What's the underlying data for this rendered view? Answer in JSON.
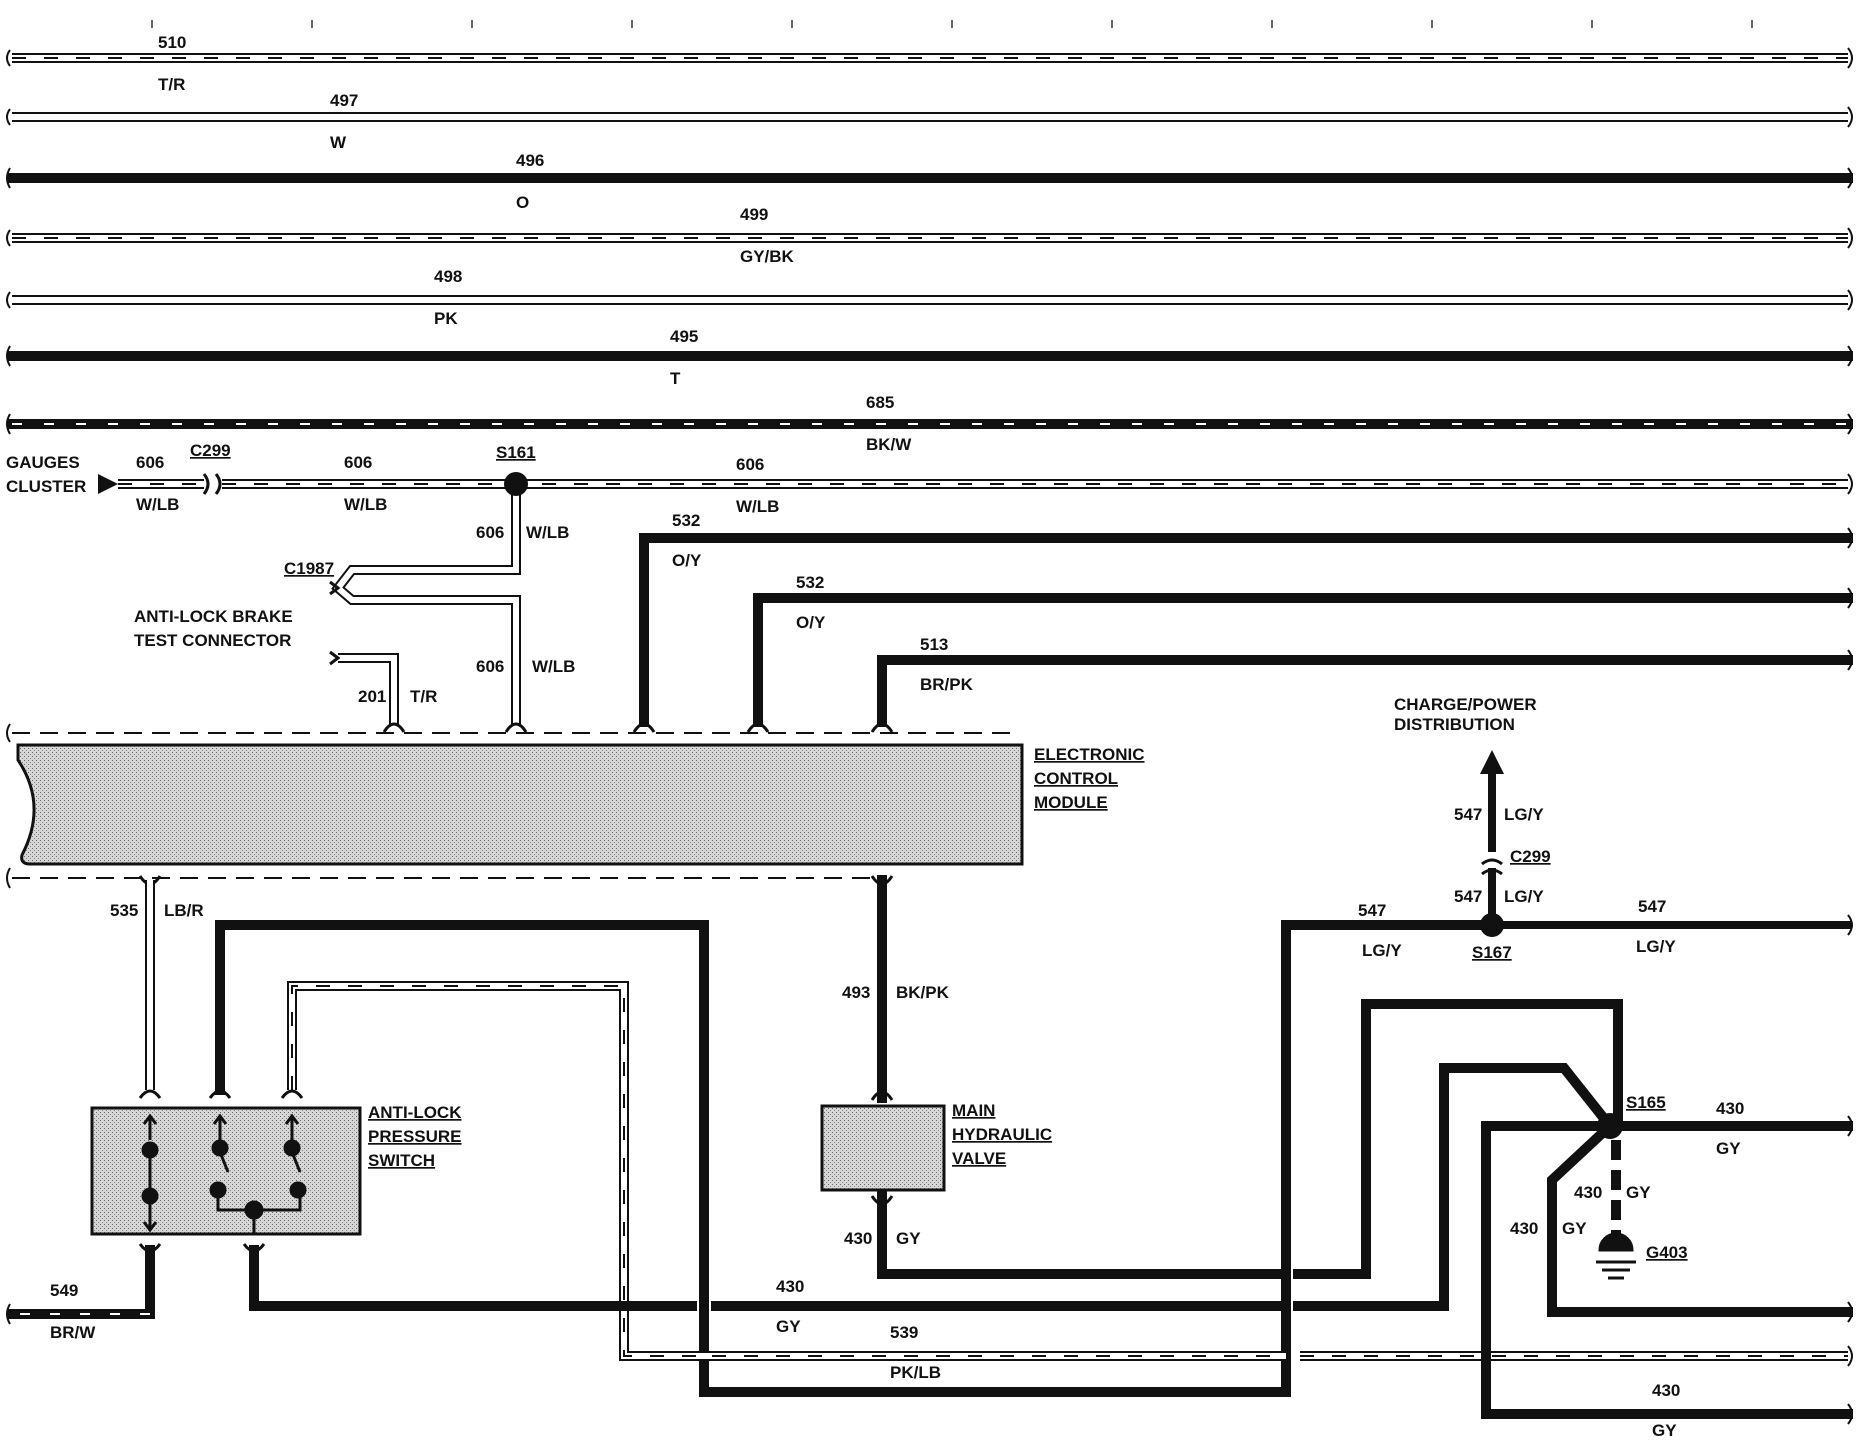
{
  "wires": [
    {
      "circuit": "510",
      "color": "T/R"
    },
    {
      "circuit": "497",
      "color": "W"
    },
    {
      "circuit": "496",
      "color": "O"
    },
    {
      "circuit": "499",
      "color": "GY/BK"
    },
    {
      "circuit": "498",
      "color": "PK"
    },
    {
      "circuit": "495",
      "color": "T"
    },
    {
      "circuit": "685",
      "color": "BK/W"
    },
    {
      "circuit": "606",
      "color": "W/LB"
    },
    {
      "circuit": "532",
      "color": "O/Y"
    },
    {
      "circuit": "513",
      "color": "BR/PK"
    },
    {
      "circuit": "201",
      "color": "T/R"
    },
    {
      "circuit": "535",
      "color": "LB/R"
    },
    {
      "circuit": "493",
      "color": "BK/PK"
    },
    {
      "circuit": "547",
      "color": "LG/Y"
    },
    {
      "circuit": "549",
      "color": "BR/W"
    },
    {
      "circuit": "430",
      "color": "GY"
    },
    {
      "circuit": "539",
      "color": "PK/LB"
    }
  ],
  "components": {
    "gauges_cluster": [
      "GAUGES",
      "CLUSTER"
    ],
    "test_connector": [
      "ANTI-LOCK BRAKE",
      "TEST CONNECTOR"
    ],
    "ecm": [
      "ELECTRONIC",
      "CONTROL",
      "MODULE"
    ],
    "charge_power": [
      "CHARGE/POWER",
      "DISTRIBUTION"
    ],
    "pressure_switch": [
      "ANTI-LOCK",
      "PRESSURE",
      "SWITCH"
    ],
    "hydraulic_valve": [
      "MAIN",
      "HYDRAULIC",
      "VALVE"
    ]
  },
  "connectors": {
    "c299": "C299",
    "c1987": "C1987"
  },
  "splices": {
    "s161": "S161",
    "s167": "S167",
    "s165": "S165"
  },
  "ground": "G403"
}
